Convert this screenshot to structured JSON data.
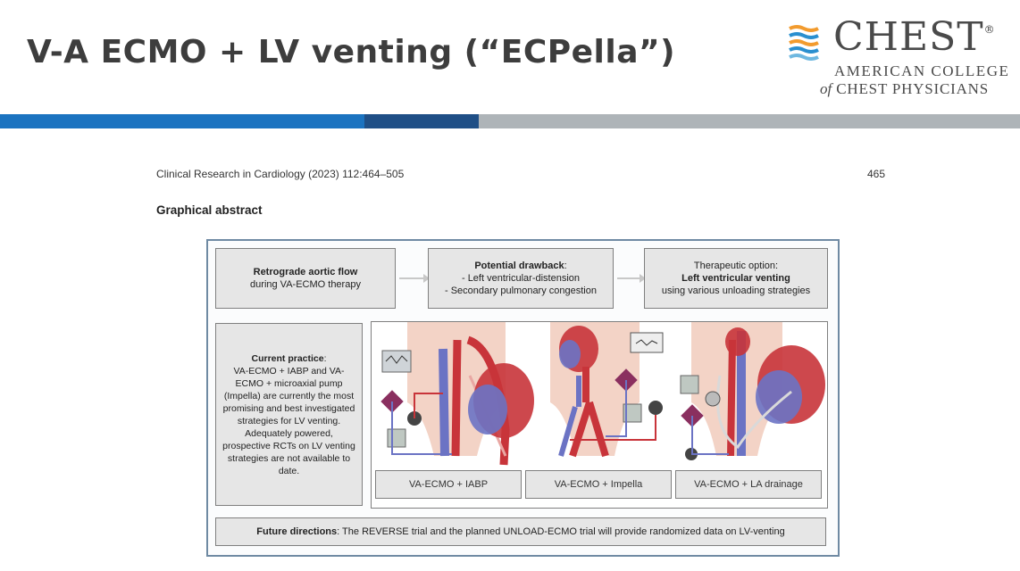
{
  "slide": {
    "title": "V-A ECMO + LV venting (“ECPella”)"
  },
  "logo": {
    "wordmark": "CHEST",
    "registered": "®",
    "line1": "AMERICAN COLLEGE",
    "line2_italic": "of",
    "line2_rest": " CHEST PHYSICIANS"
  },
  "paper": {
    "citation": "Clinical Research in Cardiology (2023) 112:464–505",
    "page_number": "465",
    "heading": "Graphical abstract"
  },
  "abstract": {
    "box1": {
      "bold": "Retrograde aortic flow",
      "rest": "during VA-ECMO therapy"
    },
    "box2": {
      "bold": "Potential drawback",
      "colon": ":",
      "line1": "- Left ventricular-distension",
      "line2": "- Secondary pulmonary congestion"
    },
    "box3": {
      "line1": "Therapeutic option:",
      "bold": "Left ventricular venting",
      "line3": "using various unloading strategies"
    },
    "practice": {
      "bold": "Current practice",
      "colon": ":",
      "body": "VA-ECMO + IABP and VA-ECMO + microaxial pump (Impella) are currently the most promising and best investigated strategies for LV venting. Adequately powered, prospective RCTs on LV venting strategies are not available to date."
    },
    "panels": [
      "VA-ECMO + IABP",
      "VA-ECMO + Impella",
      "VA-ECMO + LA drainage"
    ],
    "future": {
      "bold": "Future directions",
      "rest": ": The REVERSE trial and the planned UNLOAD-ECMO trial will provide randomized data on LV-venting"
    }
  },
  "colors": {
    "rule_blue": "#1b73c0",
    "rule_navy": "#1f4f86",
    "rule_gray": "#aeb4b8",
    "frame": "#6f8aa3",
    "box_fill": "#e6e6e6",
    "skin": "#f3d3c6",
    "artery_red": "#c8343a",
    "vein_blue": "#6b73c4"
  }
}
